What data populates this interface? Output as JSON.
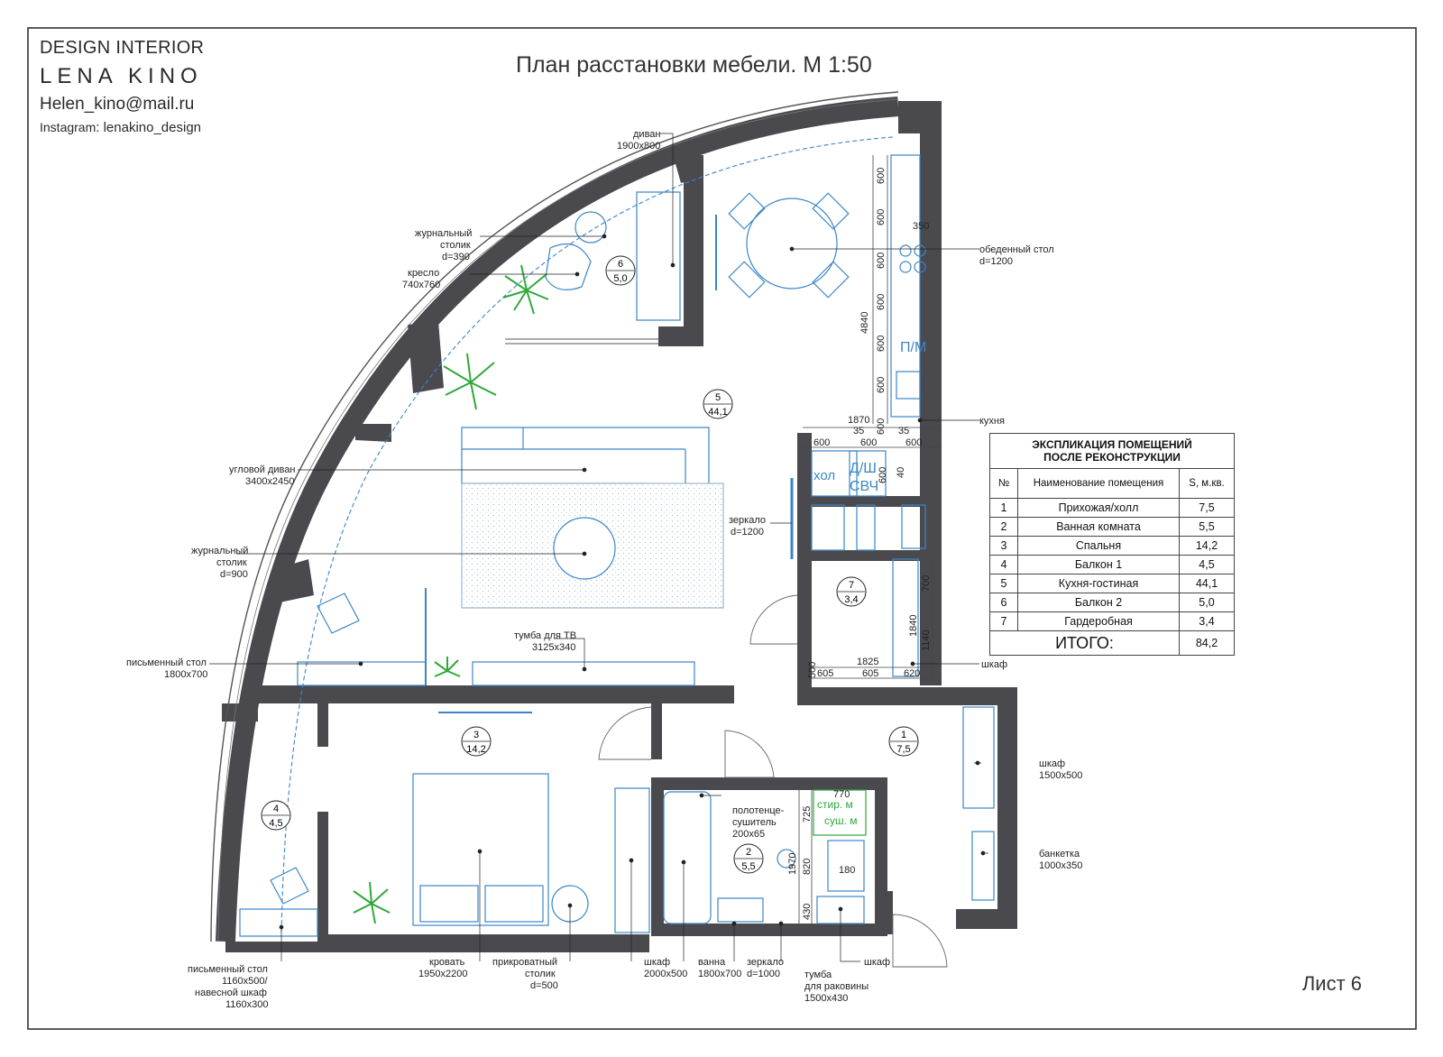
{
  "branding": {
    "line1": "DESIGN INTERIOR",
    "line2": "LENA KINO",
    "email": "Helen_kino@mail.ru",
    "instagram_label": "Instagram",
    "instagram_handle": ": lenakino_design"
  },
  "title": "План расстановки мебели. М 1:50",
  "sheet_number": "Лист 6",
  "colors": {
    "wall": "#4a4a4e",
    "furniture": "#3b86c6",
    "plant": "#2fa83a",
    "frame": "#333333"
  },
  "rooms": [
    {
      "num": "1",
      "area": "7,5"
    },
    {
      "num": "2",
      "area": "5,5"
    },
    {
      "num": "3",
      "area": "14,2"
    },
    {
      "num": "4",
      "area": "4,5"
    },
    {
      "num": "5",
      "area": "44,1"
    },
    {
      "num": "6",
      "area": "5,0"
    },
    {
      "num": "7",
      "area": "3,4"
    }
  ],
  "inroom_labels": {
    "hol": "хол",
    "dw": "Д/Ш",
    "micro": "СВЧ",
    "pm": "П/М",
    "wash": "стир. м",
    "dry": "суш. м"
  },
  "annotations": {
    "sofa": [
      "диван",
      "1900х800"
    ],
    "coffee_small": [
      "журнальный",
      "столик",
      "d=390"
    ],
    "armchair": [
      "кресло",
      "740х760"
    ],
    "dining": [
      "обеденный стол",
      "d=1200"
    ],
    "kitchen": [
      "кухня"
    ],
    "corner_sofa": [
      "угловой диван",
      "3400х2450"
    ],
    "coffee_big": [
      "журнальный",
      "столик",
      "d=900"
    ],
    "mirror_hall": [
      "зеркало",
      "d=1200"
    ],
    "tv_stand": [
      "тумба для ТВ",
      "3125х340"
    ],
    "desk": [
      "письменный стол",
      "1800х700"
    ],
    "wardrobe_7": [
      "шкаф"
    ],
    "wardrobe_hall": [
      "шкаф",
      "1500х500"
    ],
    "towel": [
      "полотенце-",
      "сушитель",
      "200х65"
    ],
    "bench": [
      "банкетка",
      "1000х350"
    ],
    "desk_balcony": [
      "письменный стол",
      "1160х500/",
      "навесной шкаф",
      "1160х300"
    ],
    "bed": [
      "кровать",
      "1950х2200"
    ],
    "nightstand": [
      "прикроватный",
      "столик",
      "d=500"
    ],
    "wardrobe_bed": [
      "шкаф",
      "2000х500"
    ],
    "bath": [
      "ванна",
      "1800х700"
    ],
    "mirror_bath": [
      "зеркало",
      "d=1000"
    ],
    "sink_unit": [
      "тумба",
      "для раковины",
      "1500х430"
    ],
    "bath_cabinet": [
      "шкаф"
    ]
  },
  "dimensions": {
    "kitchen_modules": [
      "600",
      "600",
      "600",
      "600",
      "600",
      "600",
      "600"
    ],
    "kitchen_total": "4840",
    "kitchen_depth": "350",
    "top_total": "1870",
    "gap_left": "35",
    "gap_right": "35",
    "modules_h": [
      "600",
      "600",
      "600"
    ],
    "small_40": "40",
    "module_600_v": "600",
    "closet_v": [
      "700",
      "1840",
      "1140"
    ],
    "closet_bottom_total": "1825",
    "closet_bottom": [
      "605",
      "605",
      "620"
    ],
    "closet_side": "500",
    "bath_h": "770",
    "bath_v": [
      "725",
      "820",
      "430"
    ],
    "bath_total_v": "1970",
    "bath_180": "180"
  },
  "explication": {
    "caption": [
      "ЭКСПЛИКАЦИЯ ПОМЕЩЕНИЙ",
      "ПОСЛЕ РЕКОНСТРУКЦИИ"
    ],
    "headers": [
      "№",
      "Наименование помещения",
      "S, м.кв."
    ],
    "rows": [
      [
        "1",
        "Прихожая/холл",
        "7,5"
      ],
      [
        "2",
        "Ванная комната",
        "5,5"
      ],
      [
        "3",
        "Спальня",
        "14,2"
      ],
      [
        "4",
        "Балкон 1",
        "4,5"
      ],
      [
        "5",
        "Кухня-гостиная",
        "44,1"
      ],
      [
        "6",
        "Балкон 2",
        "5,0"
      ],
      [
        "7",
        "Гардеробная",
        "3,4"
      ]
    ],
    "total_label": "ИТОГО:",
    "total_value": "84,2"
  }
}
